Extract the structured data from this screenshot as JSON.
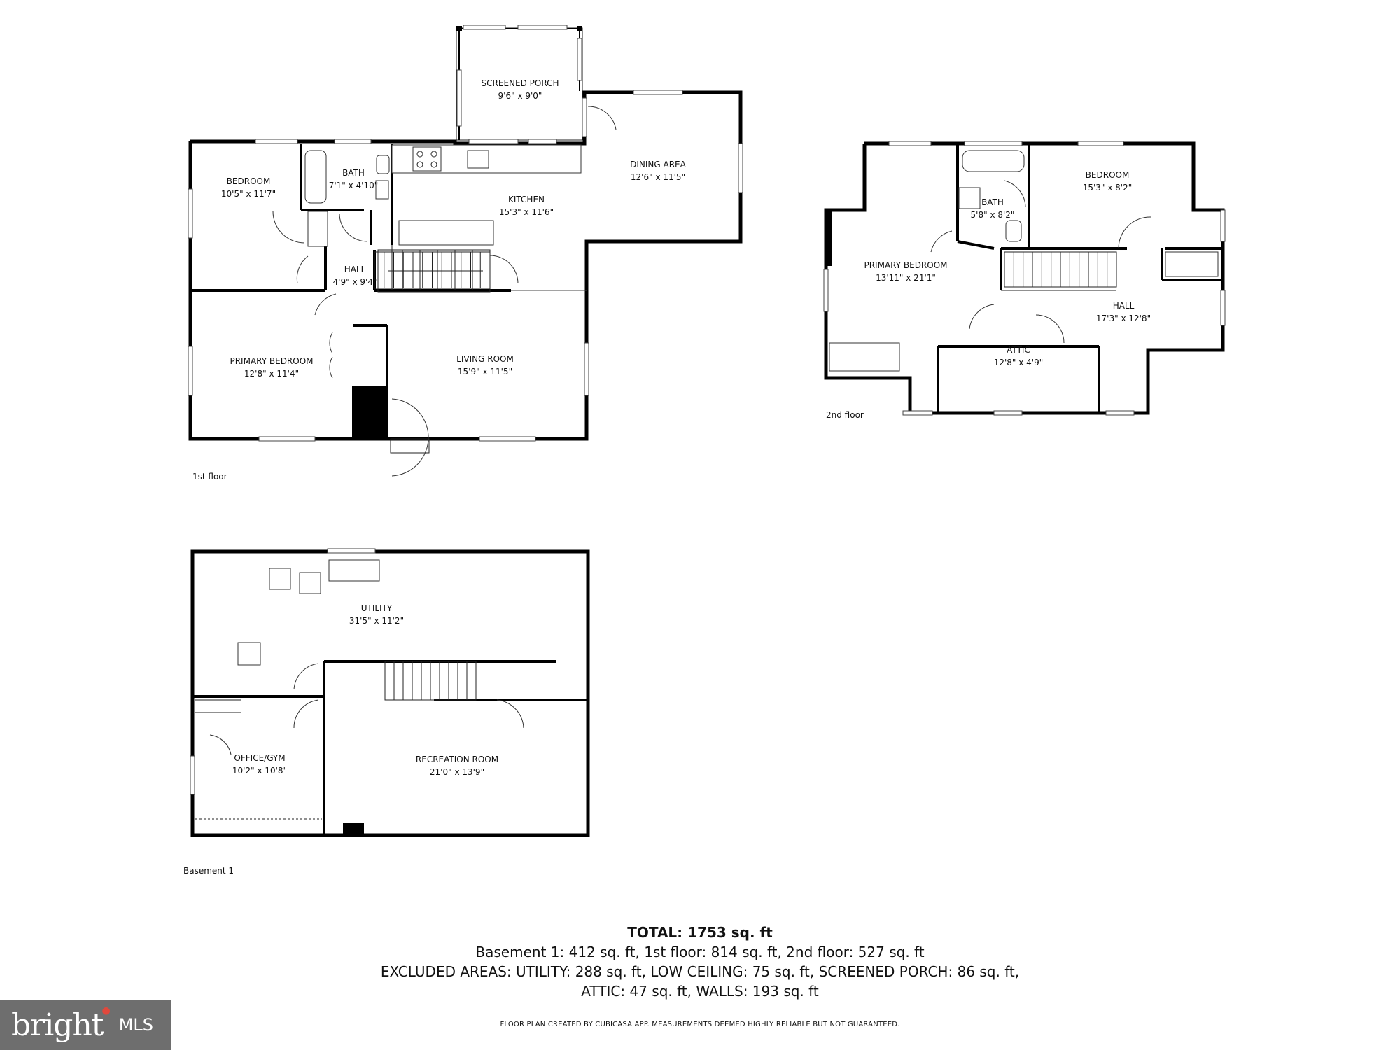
{
  "floors": {
    "first": {
      "label": "1st floor",
      "rooms": [
        {
          "name": "SCREENED PORCH",
          "dim": "9'6\" x 9'0\""
        },
        {
          "name": "BEDROOM",
          "dim": "10'5\" x 11'7\""
        },
        {
          "name": "BATH",
          "dim": "7'1\" x 4'10\""
        },
        {
          "name": "KITCHEN",
          "dim": "15'3\" x 11'6\""
        },
        {
          "name": "DINING AREA",
          "dim": "12'6\" x 11'5\""
        },
        {
          "name": "HALL",
          "dim": "4'9\" x 9'4\""
        },
        {
          "name": "PRIMARY BEDROOM",
          "dim": "12'8\" x 11'4\""
        },
        {
          "name": "LIVING ROOM",
          "dim": "15'9\" x 11'5\""
        }
      ]
    },
    "second": {
      "label": "2nd floor",
      "rooms": [
        {
          "name": "BATH",
          "dim": "5'8\" x 8'2\""
        },
        {
          "name": "BEDROOM",
          "dim": "15'3\" x 8'2\""
        },
        {
          "name": "PRIMARY BEDROOM",
          "dim": "13'11\" x 21'1\""
        },
        {
          "name": "HALL",
          "dim": "17'3\" x 12'8\""
        },
        {
          "name": "ATTIC",
          "dim": "12'8\" x 4'9\""
        }
      ]
    },
    "basement": {
      "label": "Basement 1",
      "rooms": [
        {
          "name": "UTILITY",
          "dim": "31'5\" x 11'2\""
        },
        {
          "name": "OFFICE/GYM",
          "dim": "10'2\" x 10'8\""
        },
        {
          "name": "RECREATION ROOM",
          "dim": "21'0\" x 13'9\""
        }
      ]
    }
  },
  "summary": {
    "total": "TOTAL: 1753 sq. ft",
    "line1": "Basement 1: 412 sq. ft, 1st floor: 814 sq. ft, 2nd floor: 527 sq. ft",
    "line2": "EXCLUDED AREAS: UTILITY: 288 sq. ft, LOW CEILING: 75 sq. ft, SCREENED PORCH: 86 sq. ft,",
    "line3": "ATTIC: 47 sq. ft, WALLS: 193 sq. ft"
  },
  "disclaimer": "FLOOR PLAN CREATED BY CUBICASA APP. MEASUREMENTS DEEMED HIGHLY RELIABLE BUT NOT GUARANTEED.",
  "logo": {
    "word": "bright",
    "mls": "MLS",
    "accent_color": "#e0483c",
    "bg_color": "#6e6e6e"
  }
}
